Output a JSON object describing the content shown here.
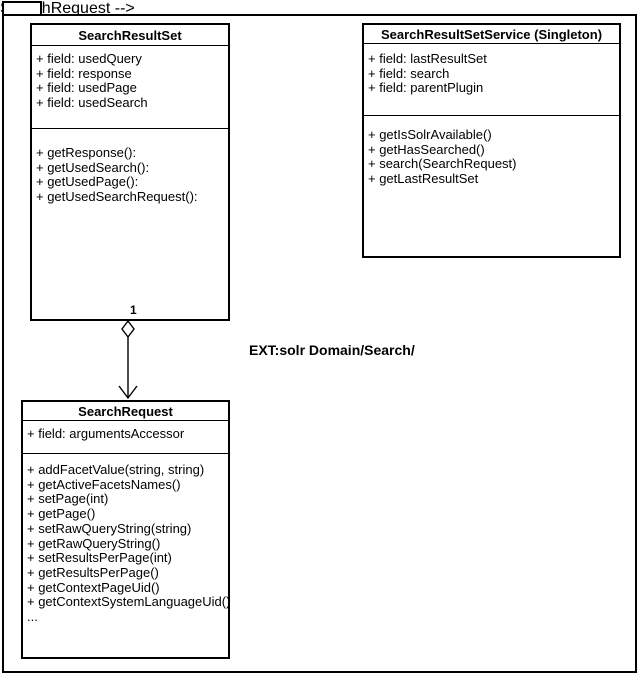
{
  "diagram": {
    "center_label": "EXT:solr Domain/Search/",
    "association_multiplicity": "1"
  },
  "classes": {
    "search_result_set": {
      "title": "SearchResultSet",
      "fields": [
        "+ field: usedQuery",
        "+ field: response",
        "+ field: usedPage",
        "+ field: usedSearch"
      ],
      "methods": [
        "+ getResponse():",
        "+ getUsedSearch():",
        "+ getUsedPage():",
        "+ getUsedSearchRequest():"
      ]
    },
    "search_result_set_service": {
      "title": "SearchResultSetService (Singleton)",
      "fields": [
        "+ field: lastResultSet",
        "+ field: search",
        "+ field: parentPlugin"
      ],
      "methods": [
        "+ getIsSolrAvailable()",
        "+ getHasSearched()",
        "+ search(SearchRequest)",
        "+ getLastResultSet"
      ]
    },
    "search_request": {
      "title": "SearchRequest",
      "fields": [
        "+ field: argumentsAccessor"
      ],
      "methods": [
        "+ addFacetValue(string, string)",
        "+ getActiveFacetsNames()",
        "+ setPage(int)",
        "+ getPage()",
        "+ setRawQueryString(string)",
        "+ getRawQueryString()",
        "+ setResultsPerPage(int)",
        "+ getResultsPerPage()",
        "+ getContextPageUid()",
        "+ getContextSystemLanguageUid()",
        "..."
      ]
    }
  },
  "colors": {
    "line": "#000000",
    "background": "#ffffff",
    "text": "#000000"
  }
}
